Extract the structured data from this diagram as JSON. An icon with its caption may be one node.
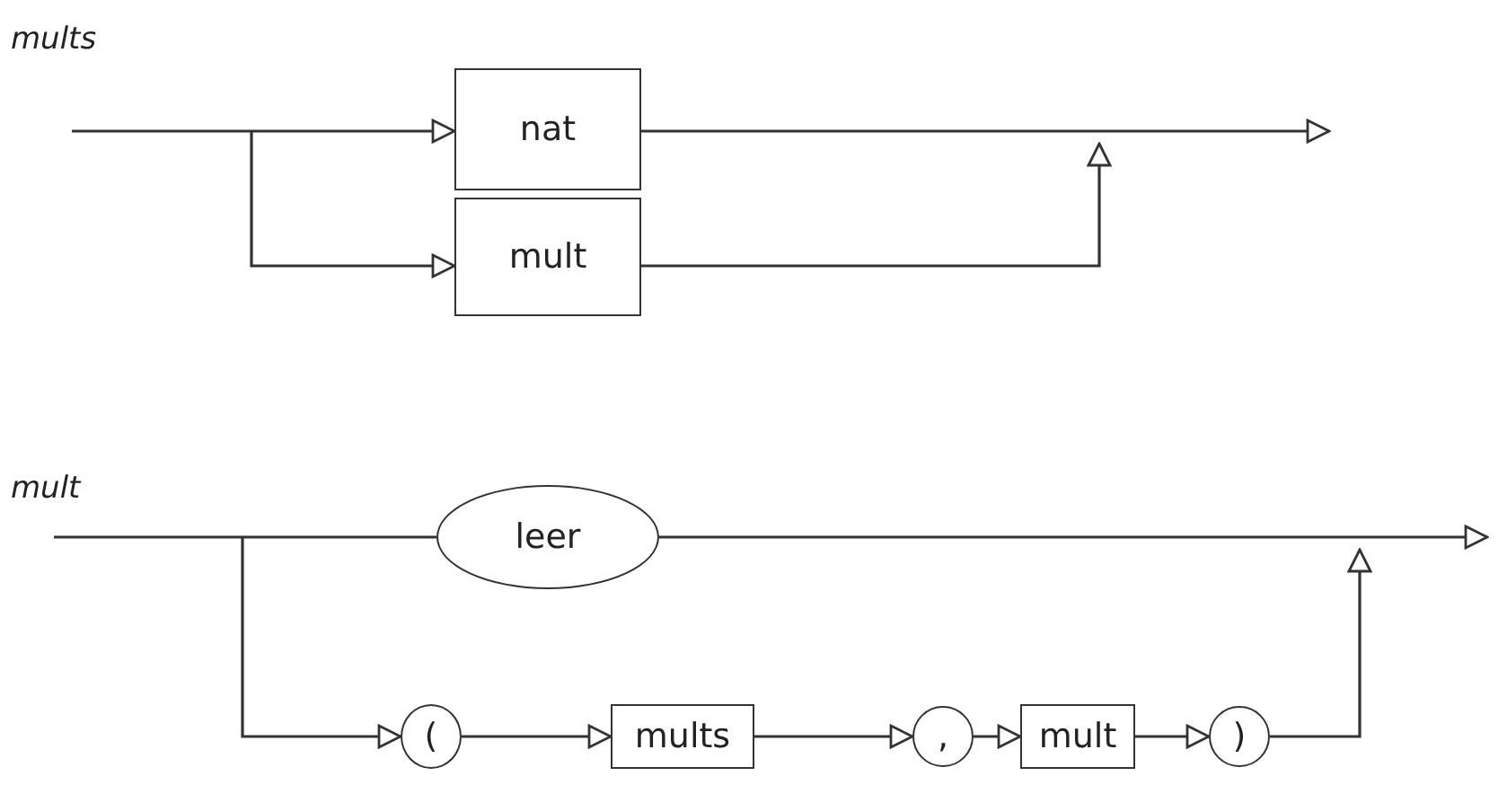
{
  "diagram": {
    "nodes": [
      {
        "text": [
          "nat"
        ]
      },
      {
        "text": [
          "mult"
        ]
      },
      {
        "text": [
          "leer"
        ]
      },
      {
        "text": [
          "("
        ]
      },
      {
        "text": [
          "mults"
        ]
      },
      {
        "text": [
          ","
        ]
      },
      {
        "text": [
          "mult"
        ]
      },
      {
        "text": [
          ")"
        ]
      }
    ],
    "edges": [
      {
        "from": null,
        "to": 0,
        "arrow": "to"
      },
      {
        "from": null,
        "to": 1,
        "arrow": "to"
      },
      {
        "from": 0,
        "to": null,
        "arrow": "to"
      },
      {
        "from": 1,
        "to": null,
        "arrow": "to"
      },
      {
        "from": null,
        "to": 2,
        "arrow": "none"
      },
      {
        "from": null,
        "to": 3,
        "arrow": "to"
      },
      {
        "from": 3,
        "to": 4,
        "arrow": "to"
      },
      {
        "from": 4,
        "to": 5,
        "arrow": "to"
      },
      {
        "from": 5,
        "to": 6,
        "arrow": "to"
      },
      {
        "from": 6,
        "to": 7,
        "arrow": "to"
      },
      {
        "from": 2,
        "to": null,
        "arrow": "to"
      },
      {
        "from": 7,
        "to": null,
        "arrow": "to"
      }
    ],
    "labels": [
      "mults",
      "mult"
    ]
  }
}
